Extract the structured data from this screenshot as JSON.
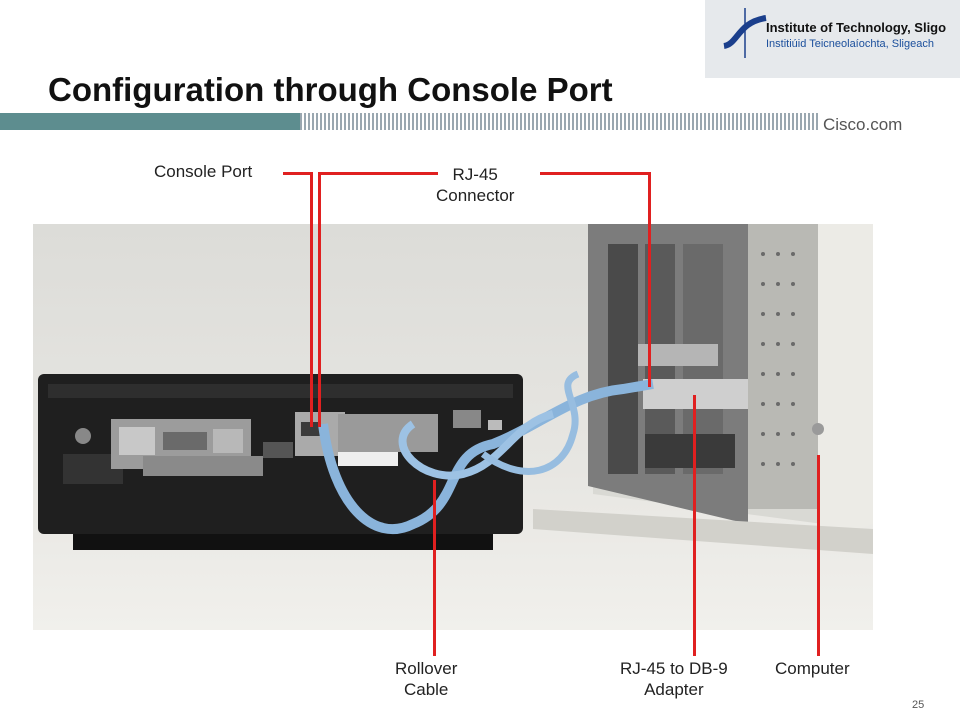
{
  "header": {
    "logo_line1": "Institute of Technology, Sligo",
    "logo_line2": "Institiúid Teicneolaíochta, Sligeach",
    "title": "Configuration through Console Port",
    "cisco": "Cisco.com"
  },
  "callouts": {
    "console_port": "Console Port",
    "rj45_line1": "RJ-45",
    "rj45_line2": "Connector",
    "rollover_line1": "Rollover",
    "rollover_line2": "Cable",
    "adapter_line1": "RJ-45 to DB-9",
    "adapter_line2": "Adapter",
    "computer": "Computer"
  },
  "colors": {
    "leader": "#e02020",
    "header_bar": "#5d8d8f"
  },
  "icons": [
    "institute-logo-icon",
    "router-illustration",
    "computer-illustration"
  ],
  "footer": {
    "page_number": "25"
  }
}
